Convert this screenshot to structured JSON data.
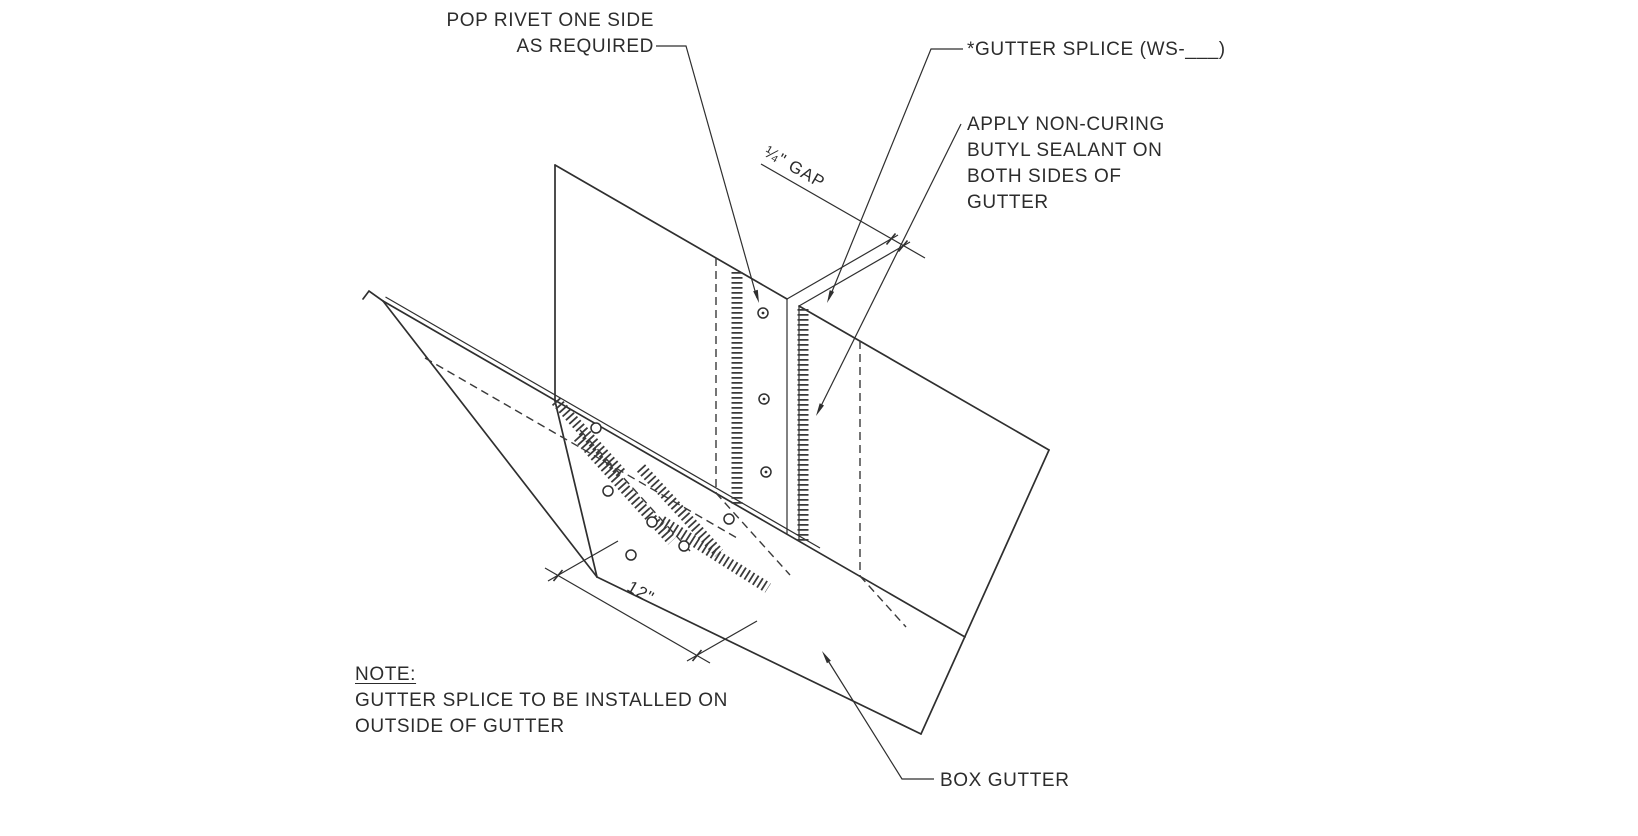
{
  "drawing": {
    "annotations": {
      "pop_rivet": {
        "lines": [
          "POP RIVET ONE SIDE",
          "AS REQUIRED"
        ]
      },
      "gutter_splice": {
        "label": "*GUTTER SPLICE (WS-___)"
      },
      "sealant": {
        "lines": [
          "APPLY NON-CURING",
          "BUTYL SEALANT ON",
          "BOTH SIDES OF",
          "GUTTER"
        ]
      },
      "box_gutter": {
        "label": "BOX GUTTER"
      },
      "note": {
        "title": "NOTE:",
        "lines": [
          "GUTTER SPLICE TO BE INSTALLED ON",
          "OUTSIDE OF GUTTER"
        ]
      }
    },
    "dimensions": {
      "gap": {
        "label": "¼\" GAP"
      },
      "splice_width": {
        "label": "12\""
      }
    },
    "colors": {
      "line": "#2f2f2f",
      "background": "#ffffff"
    }
  }
}
